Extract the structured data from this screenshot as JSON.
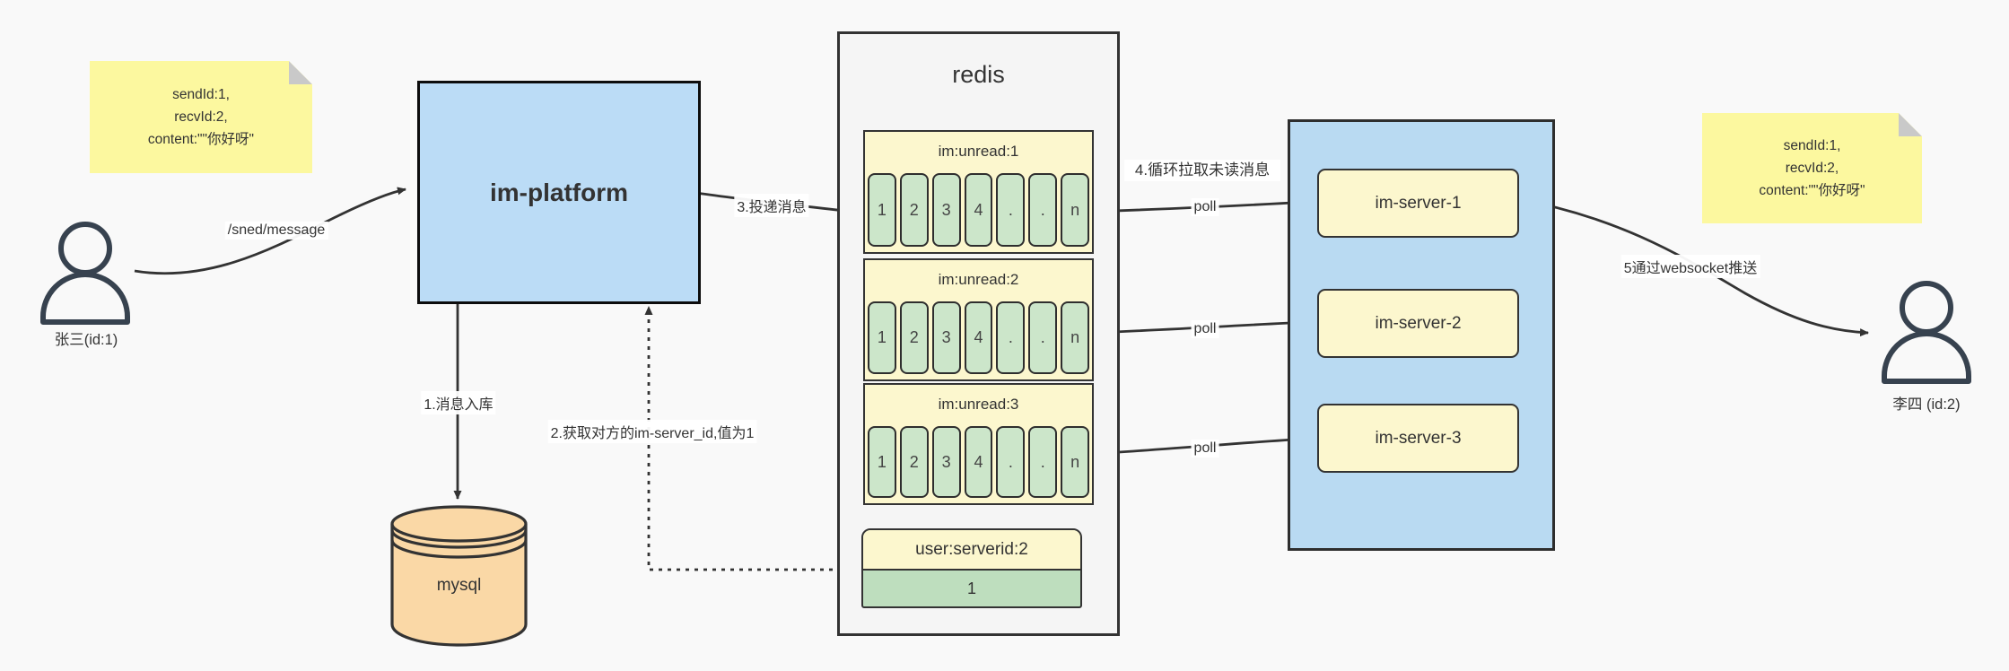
{
  "notes": {
    "left": {
      "lines": [
        "sendId:1,",
        "recvId:2,",
        "content:\"\"你好呀\""
      ]
    },
    "right": {
      "lines": [
        "sendId:1,",
        "recvId:2,",
        "content:\"\"你好呀\""
      ]
    }
  },
  "actors": {
    "sender": {
      "label": "张三(id:1)"
    },
    "receiver": {
      "label": "李四 (id:2)"
    }
  },
  "platform": {
    "label": "im-platform"
  },
  "database": {
    "label": "mysql"
  },
  "redis": {
    "title": "redis",
    "queues": [
      {
        "title": "im:unread:1",
        "cells": [
          "1",
          "2",
          "3",
          "4",
          ".",
          ".",
          "n"
        ]
      },
      {
        "title": "im:unread:2",
        "cells": [
          "1",
          "2",
          "3",
          "4",
          ".",
          ".",
          "n"
        ]
      },
      {
        "title": "im:unread:3",
        "cells": [
          "1",
          "2",
          "3",
          "4",
          ".",
          ".",
          "n"
        ]
      }
    ],
    "mapping": {
      "title": "user:serverid:2",
      "value": "1"
    }
  },
  "servers": {
    "items": [
      {
        "label": "im-server-1"
      },
      {
        "label": "im-server-2"
      },
      {
        "label": "im-server-3"
      }
    ]
  },
  "edges": {
    "send": "/sned/message",
    "step1": "1.消息入库",
    "step2": "2.获取对方的im-server_id,值为1",
    "step3": "3.投递消息",
    "step4": "4.循环拉取未读消息",
    "step5": "5通过websocket推送",
    "poll": "poll"
  },
  "colors": {
    "canvas_bg": "#f9f9f9",
    "platform_blue": "#bbdcf6",
    "servers_blue": "#b9daf2",
    "note_yellow": "#fcf89f",
    "box_yellow": "#fcf7ce",
    "cell_green": "#cce6ca",
    "value_green": "#bedebe",
    "mysql_peach": "#fad8a6",
    "redis_gray": "#f5f5f5",
    "stroke_dark": "#333333"
  }
}
